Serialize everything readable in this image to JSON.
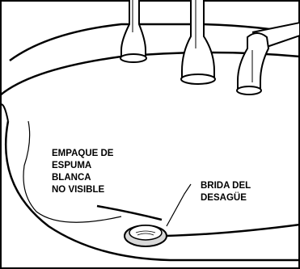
{
  "labels": {
    "foam_gasket": [
      "EMPAQUE DE",
      "ESPUMA",
      "BLANCA",
      "NO VISIBLE"
    ],
    "drain_flange": [
      "BRIDA DEL",
      "DESAGÜE"
    ]
  },
  "colors": {
    "line": "#000000",
    "fill": "#ffffff",
    "shade": "#d9d9d9"
  }
}
